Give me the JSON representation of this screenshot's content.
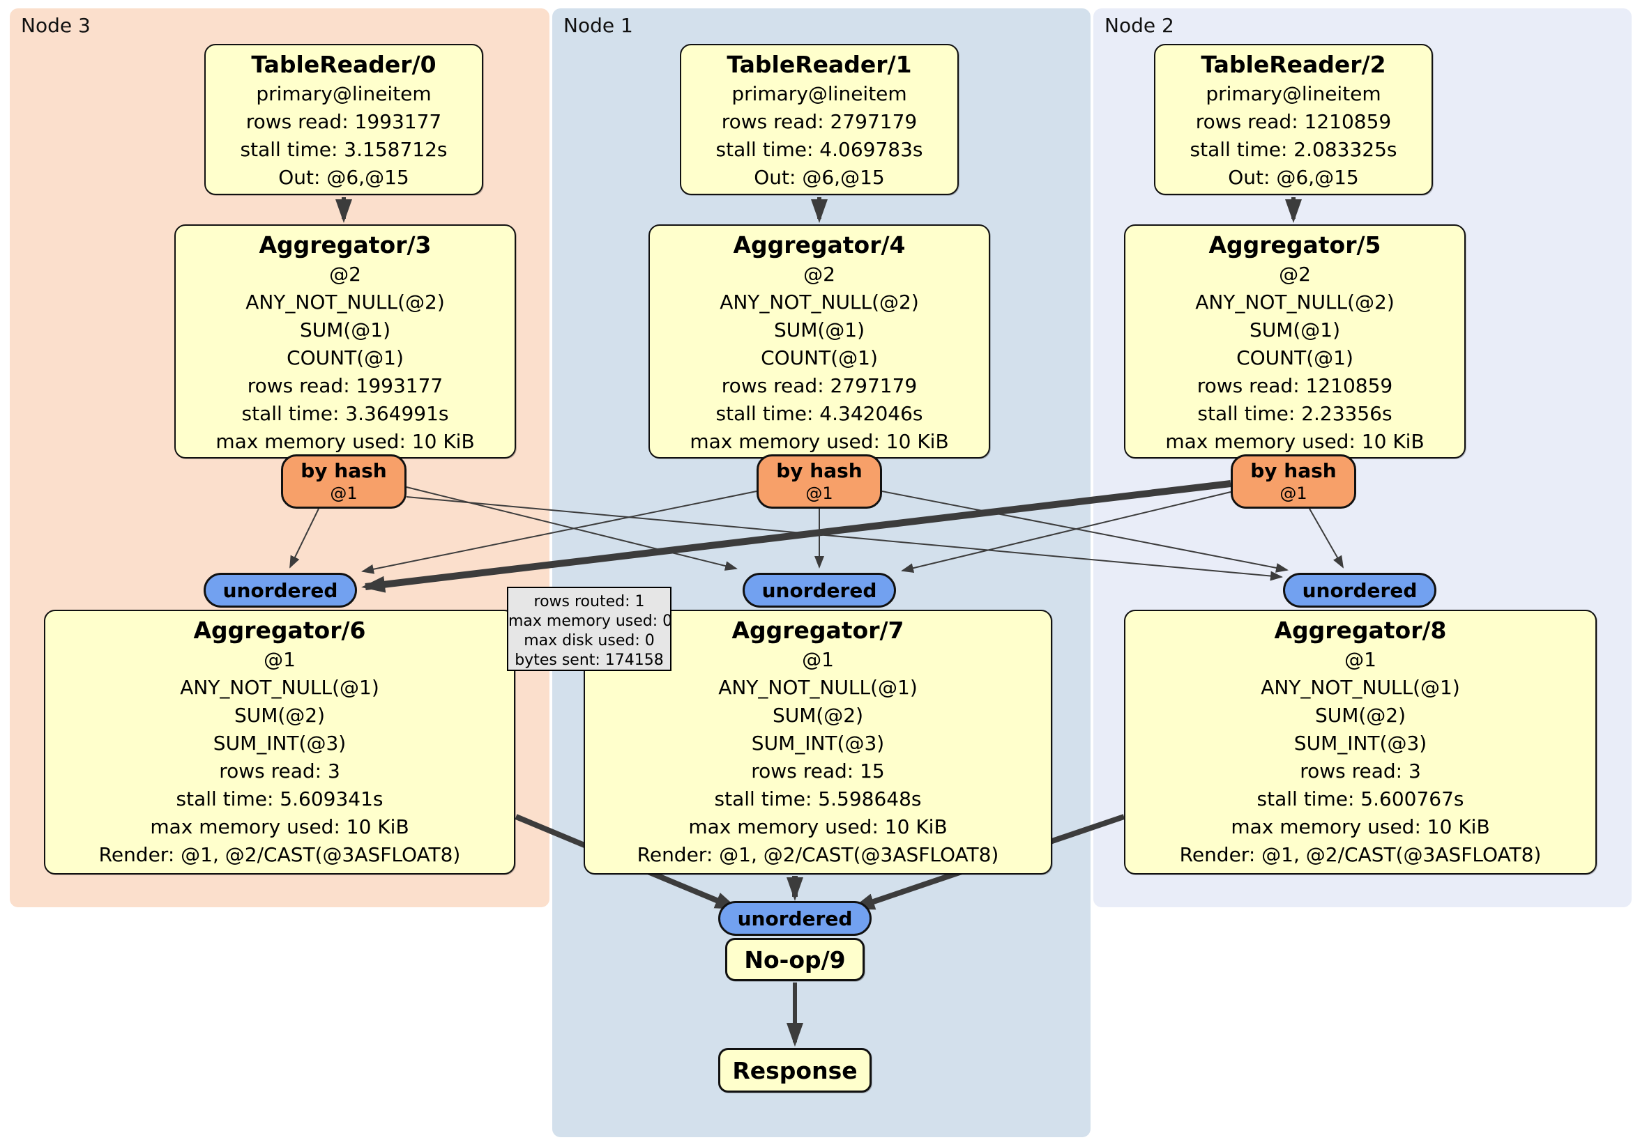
{
  "panels": {
    "node3": {
      "label": "Node 3"
    },
    "node1": {
      "label": "Node 1"
    },
    "node2": {
      "label": "Node 2"
    }
  },
  "processors": {
    "tr0": {
      "title": "TableReader/0",
      "lines": [
        "primary@lineitem",
        "rows read: 1993177",
        "stall time: 3.158712s",
        "Out: @6,@15"
      ]
    },
    "tr1": {
      "title": "TableReader/1",
      "lines": [
        "primary@lineitem",
        "rows read: 2797179",
        "stall time: 4.069783s",
        "Out: @6,@15"
      ]
    },
    "tr2": {
      "title": "TableReader/2",
      "lines": [
        "primary@lineitem",
        "rows read: 1210859",
        "stall time: 2.083325s",
        "Out: @6,@15"
      ]
    },
    "agg3": {
      "title": "Aggregator/3",
      "lines": [
        "@2",
        "ANY_NOT_NULL(@2)",
        "SUM(@1)",
        "COUNT(@1)",
        "rows read: 1993177",
        "stall time: 3.364991s",
        "max memory used: 10 KiB"
      ]
    },
    "agg4": {
      "title": "Aggregator/4",
      "lines": [
        "@2",
        "ANY_NOT_NULL(@2)",
        "SUM(@1)",
        "COUNT(@1)",
        "rows read: 2797179",
        "stall time: 4.342046s",
        "max memory used: 10 KiB"
      ]
    },
    "agg5": {
      "title": "Aggregator/5",
      "lines": [
        "@2",
        "ANY_NOT_NULL(@2)",
        "SUM(@1)",
        "COUNT(@1)",
        "rows read: 1210859",
        "stall time: 2.23356s",
        "max memory used: 10 KiB"
      ]
    },
    "agg6": {
      "title": "Aggregator/6",
      "lines": [
        "@1",
        "ANY_NOT_NULL(@1)",
        "SUM(@2)",
        "SUM_INT(@3)",
        "rows read: 3",
        "stall time: 5.609341s",
        "max memory used: 10 KiB",
        "Render: @1, @2/CAST(@3ASFLOAT8)"
      ]
    },
    "agg7": {
      "title": "Aggregator/7",
      "lines": [
        "@1",
        "ANY_NOT_NULL(@1)",
        "SUM(@2)",
        "SUM_INT(@3)",
        "rows read: 15",
        "stall time: 5.598648s",
        "max memory used: 10 KiB",
        "Render: @1, @2/CAST(@3ASFLOAT8)"
      ]
    },
    "agg8": {
      "title": "Aggregator/8",
      "lines": [
        "@1",
        "ANY_NOT_NULL(@1)",
        "SUM(@2)",
        "SUM_INT(@3)",
        "rows read: 3",
        "stall time: 5.600767s",
        "max memory used: 10 KiB",
        "Render: @1, @2/CAST(@3ASFLOAT8)"
      ]
    },
    "noop": {
      "title": "No-op/9"
    },
    "response": {
      "title": "Response"
    }
  },
  "routers": {
    "r3": {
      "label": "by hash",
      "sub": "@1"
    },
    "r1": {
      "label": "by hash",
      "sub": "@1"
    },
    "r2": {
      "label": "by hash",
      "sub": "@1"
    }
  },
  "syncs": {
    "s3": {
      "label": "unordered"
    },
    "s1": {
      "label": "unordered"
    },
    "s2": {
      "label": "unordered"
    },
    "sfinal": {
      "label": "unordered"
    }
  },
  "tooltip": {
    "lines": [
      "rows routed: 1",
      "max memory used: 0",
      "max disk used: 0",
      "bytes sent: 174158"
    ]
  },
  "colors": {
    "panel_node3": "#fbdfcc",
    "panel_node1": "#d3e0ec",
    "panel_node2": "#e9edf8",
    "processor_fill": "#ffffcc",
    "router_fill": "#f7a069",
    "sync_fill": "#72a1f0",
    "edge": "#3c3c3c",
    "tooltip_fill": "#e6e6e6"
  }
}
